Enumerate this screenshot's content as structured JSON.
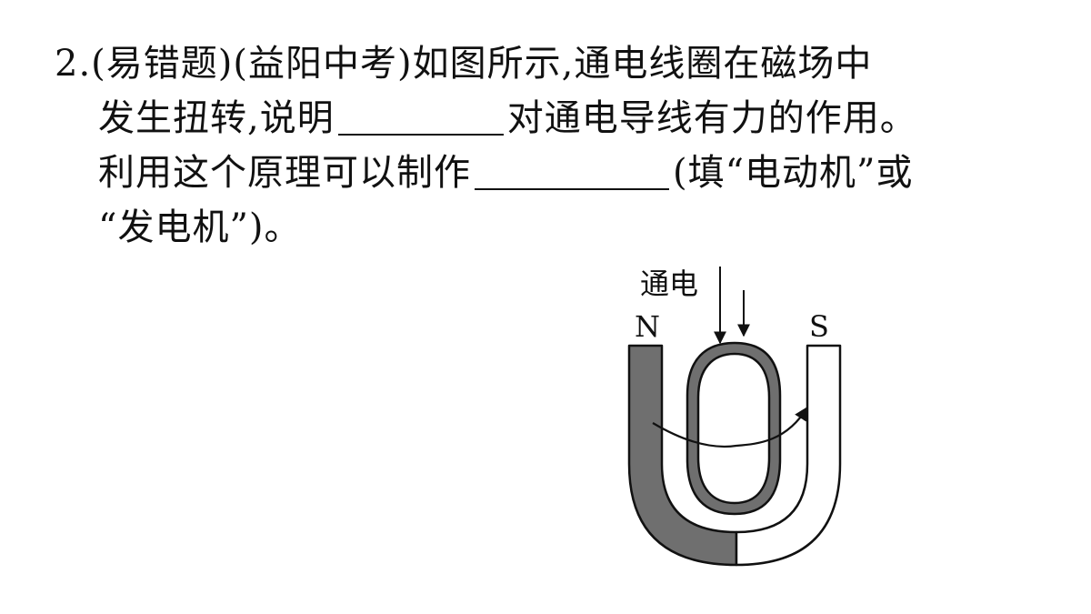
{
  "question": {
    "number": "2.",
    "tag1": "(易错题)",
    "tag2": "(益阳中考)",
    "line1_text": "如图所示,通电线圈在磁场中",
    "line2_pre": "发生扭转,说明",
    "line2_post": "对通电导线有力的作用。",
    "line3_pre": "利用这个原理可以制作",
    "line3_post": "(填“电动机”或",
    "line4_text": "“发电机”)。"
  },
  "figure": {
    "current_label": "通电",
    "north_label": "N",
    "south_label": "S",
    "colors": {
      "north_fill": "#6f6f6f",
      "south_fill": "#ffffff",
      "coil_fill": "#6f6f6f",
      "stroke": "#111111"
    }
  }
}
